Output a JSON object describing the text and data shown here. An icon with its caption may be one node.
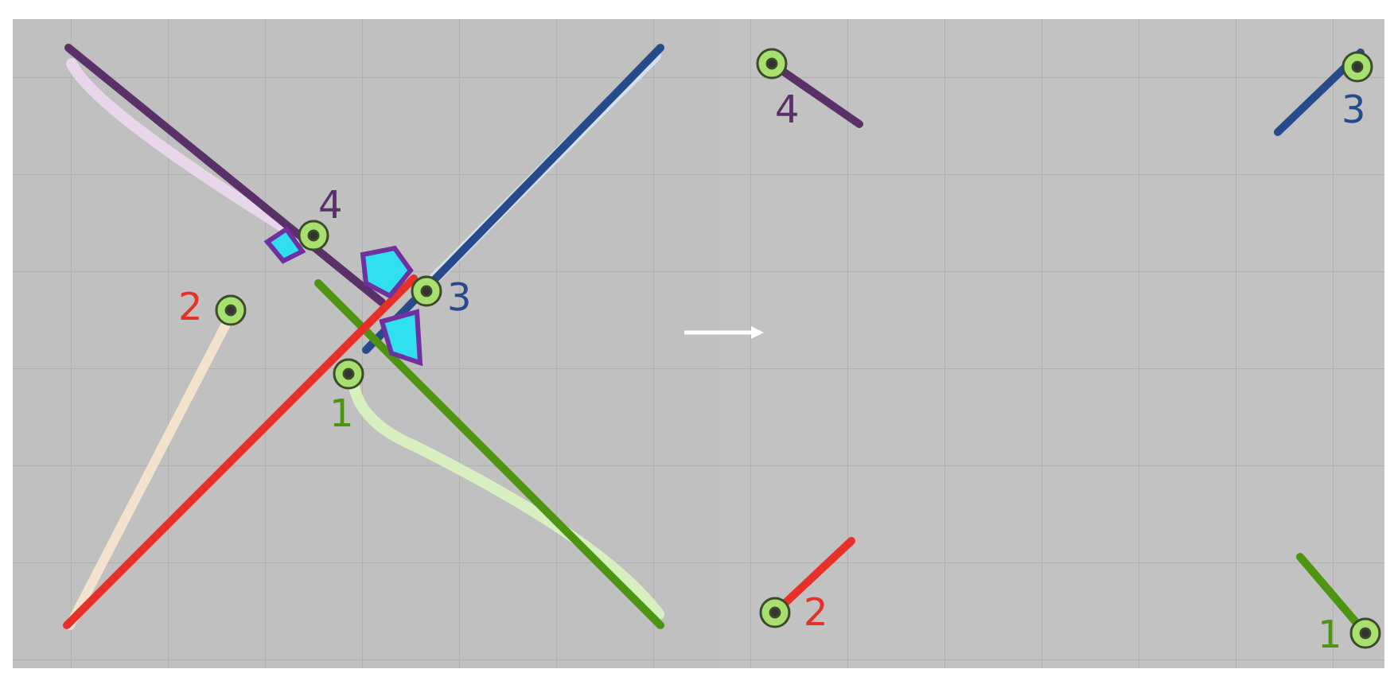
{
  "diagram": {
    "labels": [
      "4",
      "2",
      "3",
      "1",
      "4",
      "3",
      "2",
      "1"
    ]
  }
}
